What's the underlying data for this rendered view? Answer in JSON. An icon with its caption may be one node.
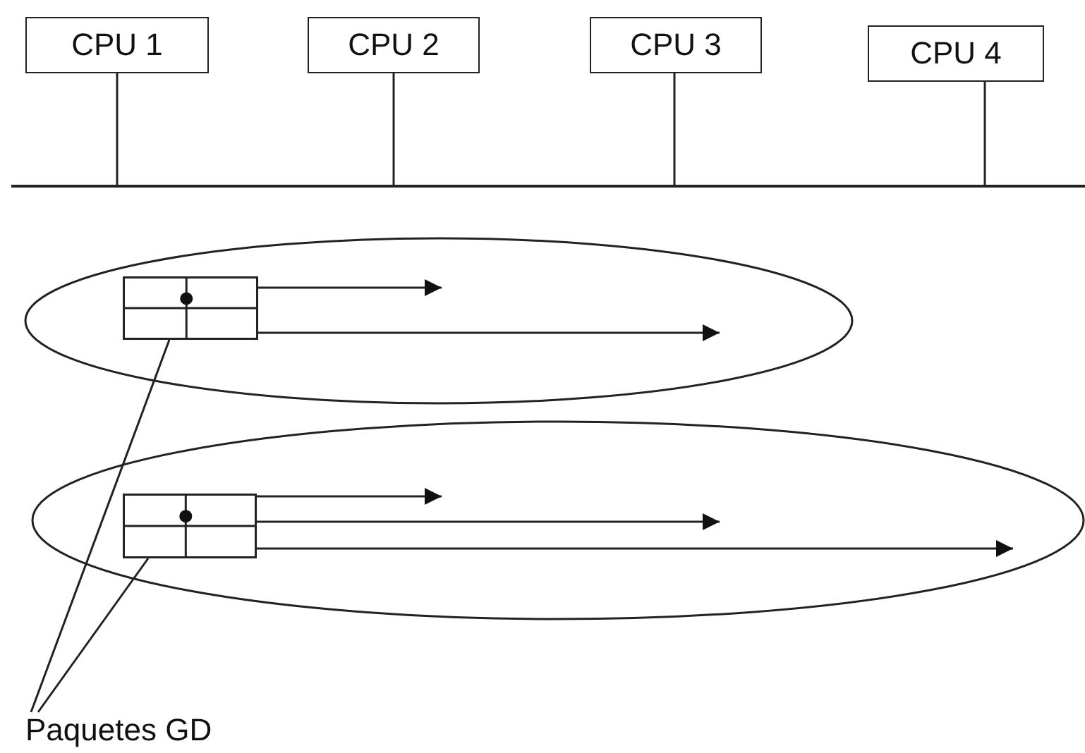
{
  "diagram": {
    "nodes": [
      {
        "text": [
          "CPU 1"
        ]
      },
      {
        "text": [
          "CPU 2"
        ]
      },
      {
        "text": [
          "CPU 3"
        ]
      },
      {
        "text": [
          "CPU 4"
        ]
      },
      {
        "text": [],
        "shape": "bar"
      },
      {
        "text": [],
        "shape": "ellipse"
      },
      {
        "text": [],
        "shape": "box",
        "in": 5
      },
      {
        "text": [],
        "shape": "ellipse"
      },
      {
        "text": [],
        "shape": "box",
        "in": 7
      },
      {
        "text": [
          "Paquetes GD"
        ]
      }
    ],
    "edges": [
      {
        "from": 0,
        "to": 4,
        "arrow": "none"
      },
      {
        "from": 1,
        "to": 4,
        "arrow": "none"
      },
      {
        "from": 2,
        "to": 4,
        "arrow": "none"
      },
      {
        "from": 3,
        "to": 4,
        "arrow": "none"
      },
      {
        "from": 6,
        "to": null,
        "arrow": "to"
      },
      {
        "from": 6,
        "to": null,
        "arrow": "to"
      },
      {
        "from": 8,
        "to": null,
        "arrow": "to"
      },
      {
        "from": 8,
        "to": null,
        "arrow": "to"
      },
      {
        "from": 8,
        "to": null,
        "arrow": "to"
      },
      {
        "from": 9,
        "to": 6,
        "arrow": "none"
      },
      {
        "from": 9,
        "to": 8,
        "arrow": "none"
      }
    ]
  }
}
